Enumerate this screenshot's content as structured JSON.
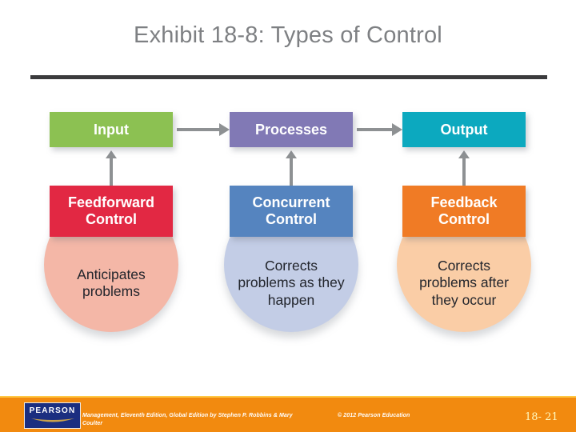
{
  "slide": {
    "title": "Exhibit 18-8: Types of Control",
    "title_color": "#7E8083",
    "divider_color": "#3B3B3D",
    "background_color": "#FFFFFF"
  },
  "diagram": {
    "type": "flow",
    "arrow_color": "#8E9193",
    "flow_sequence": [
      "Input",
      "Processes",
      "Output"
    ],
    "columns": [
      {
        "stage": "Input",
        "stage_color": "#8CC152",
        "control": "Feedforward Control",
        "control_color": "#E22843",
        "description": "Anticipates problems",
        "description_bg": "#F4B7A7"
      },
      {
        "stage": "Processes",
        "stage_color": "#8179B5",
        "control": "Concurrent Control",
        "control_color": "#5584BF",
        "description": "Corrects problems as they happen",
        "description_bg": "#C3CDE6"
      },
      {
        "stage": "Output",
        "stage_color": "#0CA9BF",
        "control": "Feedback Control",
        "control_color": "#F07B25",
        "description": "Corrects problems after they occur",
        "description_bg": "#FACDA6"
      }
    ]
  },
  "footer": {
    "logo_text": "PEARSON",
    "logo_bg": "#1B2E80",
    "stripe_color": "#FFC845",
    "bar_color": "#F28A0F",
    "credit": "Management, Eleventh Edition, Global Edition by Stephen P. Robbins & Mary Coulter",
    "copyright": "© 2012 Pearson Education",
    "page_number": "18- 21",
    "page_number_color": "#FFF9C0"
  }
}
